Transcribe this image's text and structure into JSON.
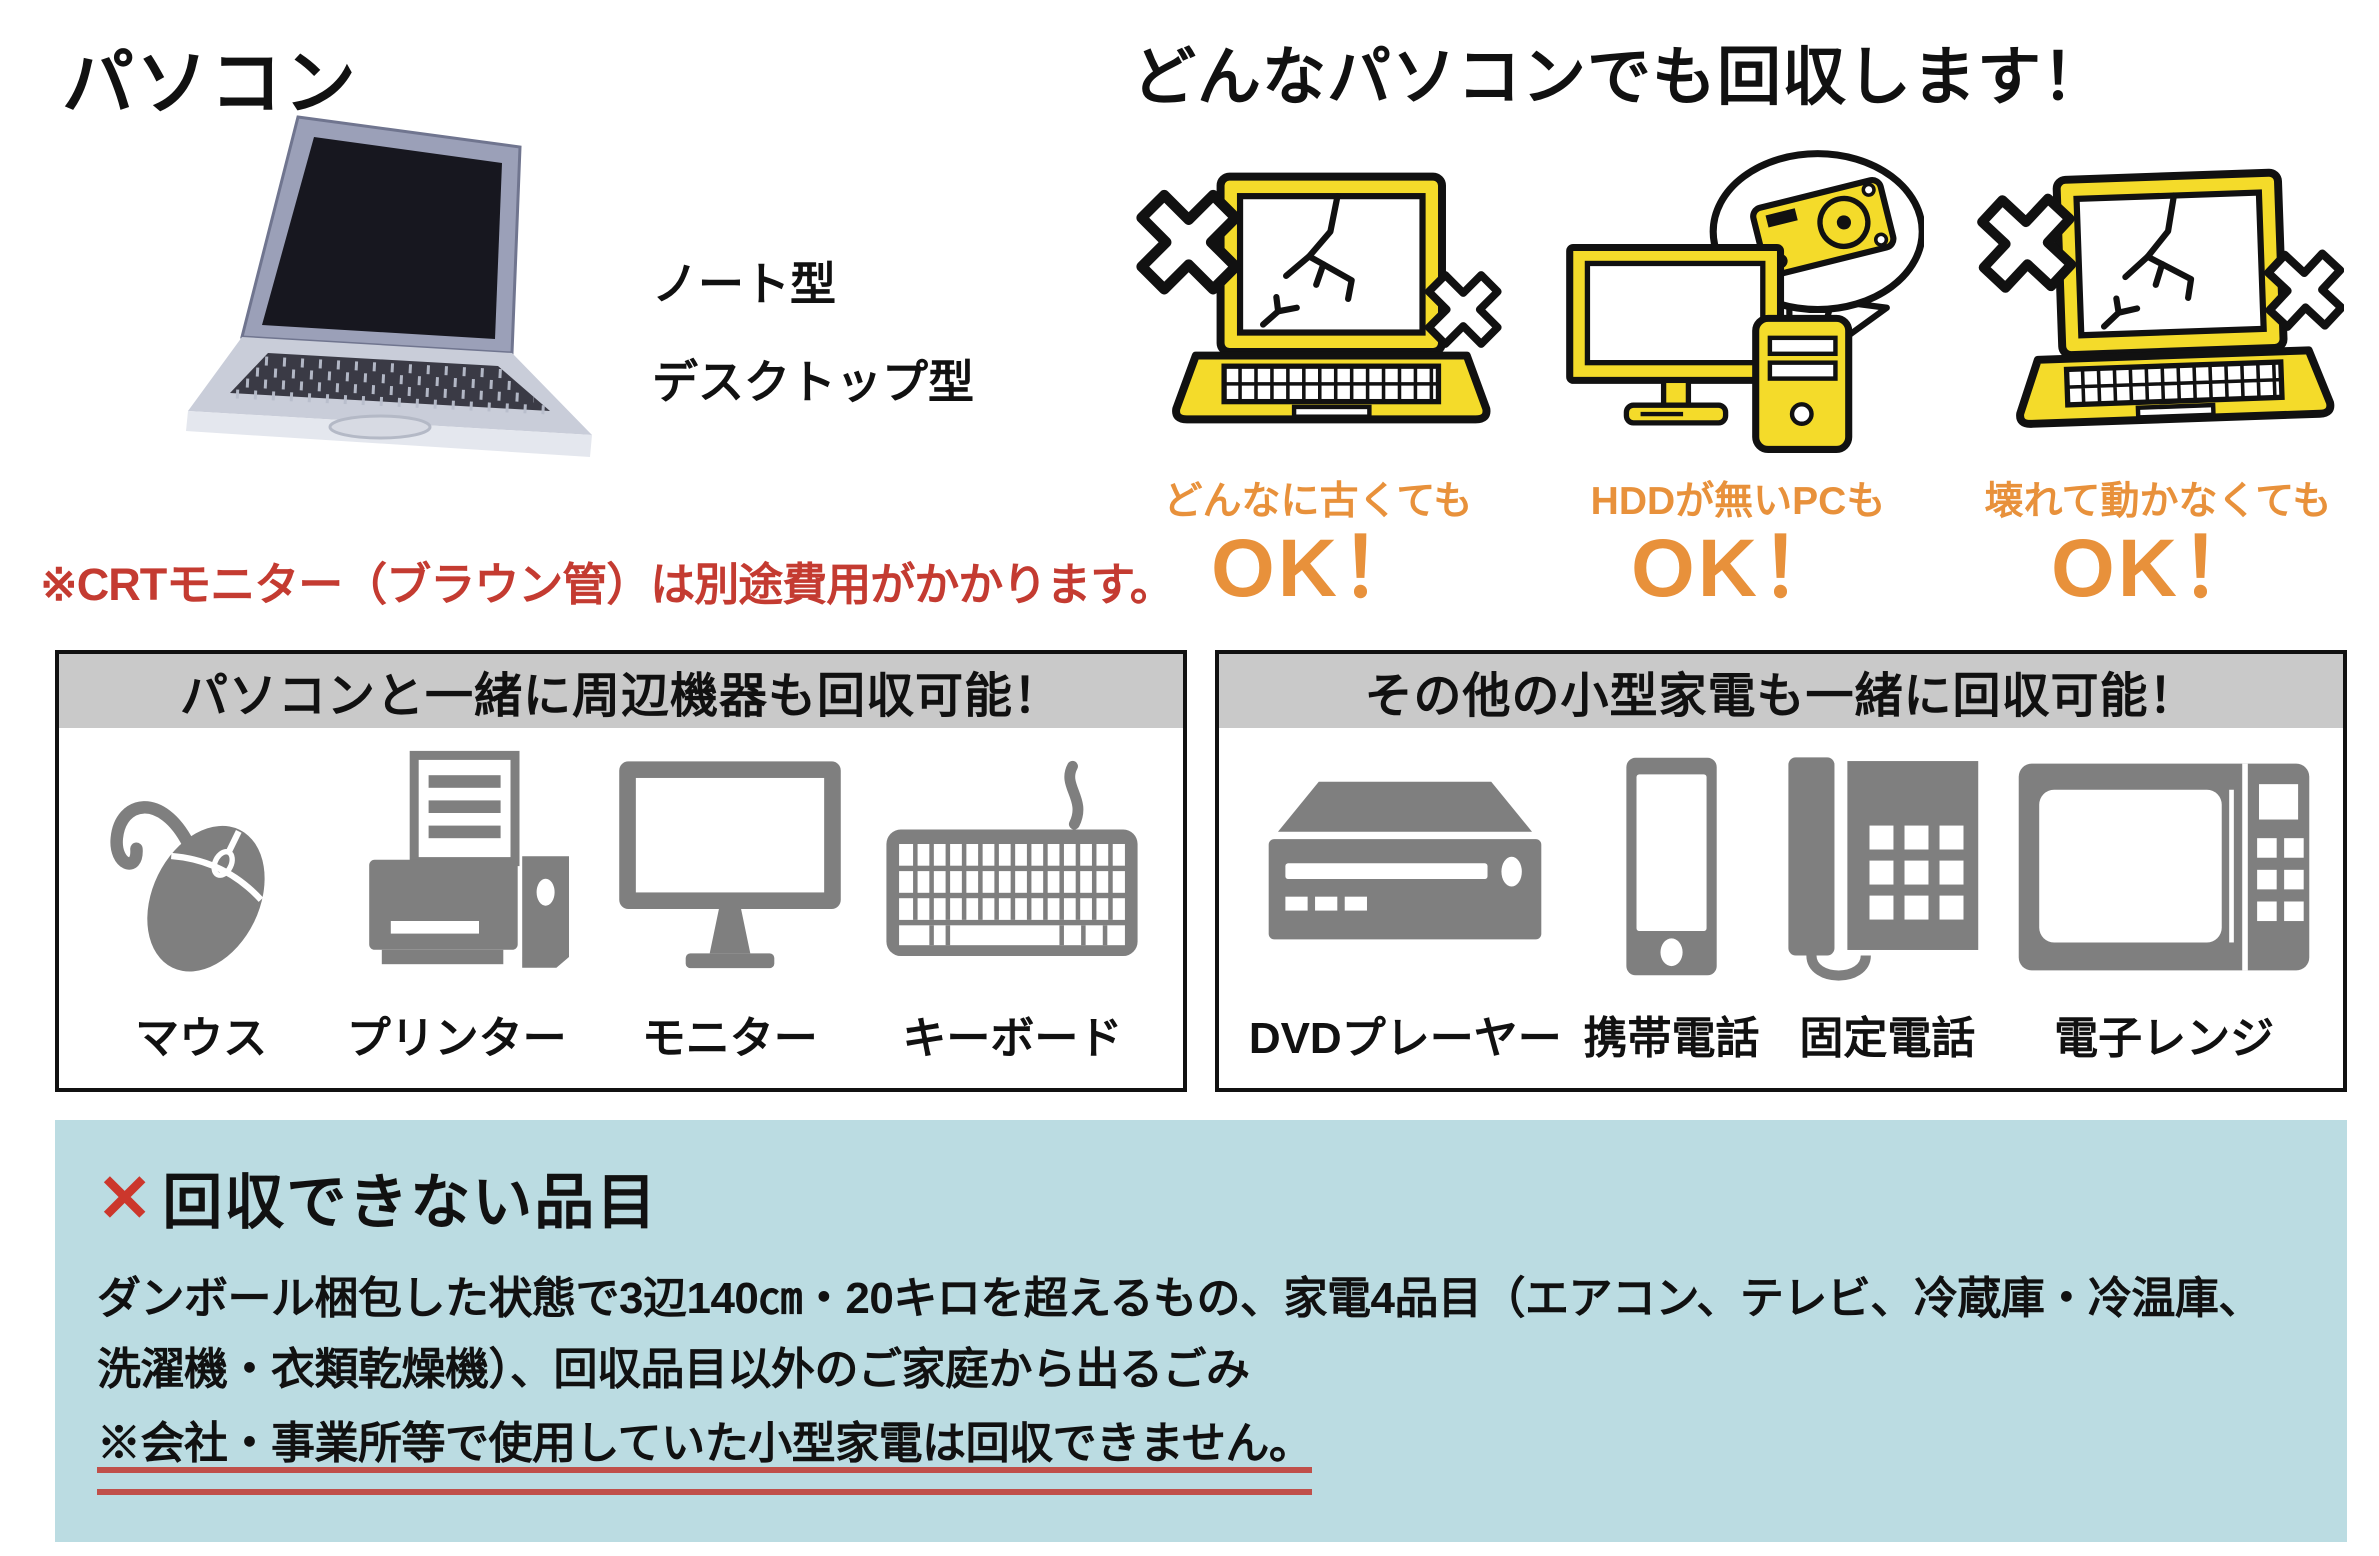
{
  "colors": {
    "accent_yellow": "#F4DB2A",
    "accent_orange": "#E8913B",
    "alert_red": "#C43B31",
    "underline_red": "#C0504A",
    "panel_header_gray": "#C9C9C9",
    "icon_gray": "#7F7F7F",
    "excluded_bg_blue": "#BBDCE2",
    "outline_black": "#111111"
  },
  "pc_section": {
    "title": "パソコン",
    "photo_icon": "laptop-photo",
    "types": [
      "ノート型",
      "デスクトップ型"
    ],
    "crt_note": "※CRTモニター（ブラウン管）は別途費用がかかります。"
  },
  "collect_section": {
    "heading": "どんなパソコンでも回収します！",
    "items": [
      {
        "icon": "broken-laptop-icon",
        "caption": "どんなに古くても",
        "ok_label": "OK！"
      },
      {
        "icon": "desktop-pc-no-hdd-icon",
        "caption": "HDDが無いPCも",
        "ok_label": "OK！"
      },
      {
        "icon": "broken-laptop-icon",
        "caption": "壊れて動かなくても",
        "ok_label": "OK！"
      }
    ]
  },
  "peripherals_box": {
    "header": "パソコンと一緒に周辺機器も回収可能！",
    "items": [
      {
        "icon": "mouse-icon",
        "label": "マウス"
      },
      {
        "icon": "printer-icon",
        "label": "プリンター"
      },
      {
        "icon": "monitor-icon",
        "label": "モニター"
      },
      {
        "icon": "keyboard-icon",
        "label": "キーボード"
      }
    ]
  },
  "appliances_box": {
    "header": "その他の小型家電も一緒に回収可能！",
    "items": [
      {
        "icon": "dvd-player-icon",
        "label": "DVDプレーヤー"
      },
      {
        "icon": "mobile-phone-icon",
        "label": "携帯電話"
      },
      {
        "icon": "landline-phone-icon",
        "label": "固定電話"
      },
      {
        "icon": "microwave-icon",
        "label": "電子レンジ"
      }
    ]
  },
  "excluded_box": {
    "x_mark": "✕",
    "heading": "回収できない品目",
    "body": "ダンボール梱包した状態で3辺140㎝・20キロを超えるもの、家電4品目（エアコン、テレビ、冷蔵庫・冷温庫、洗濯機・衣類乾燥機）、回収品目以外のご家庭から出るごみ",
    "note": "※会社・事業所等で使用していた小型家電は回収できません。"
  }
}
